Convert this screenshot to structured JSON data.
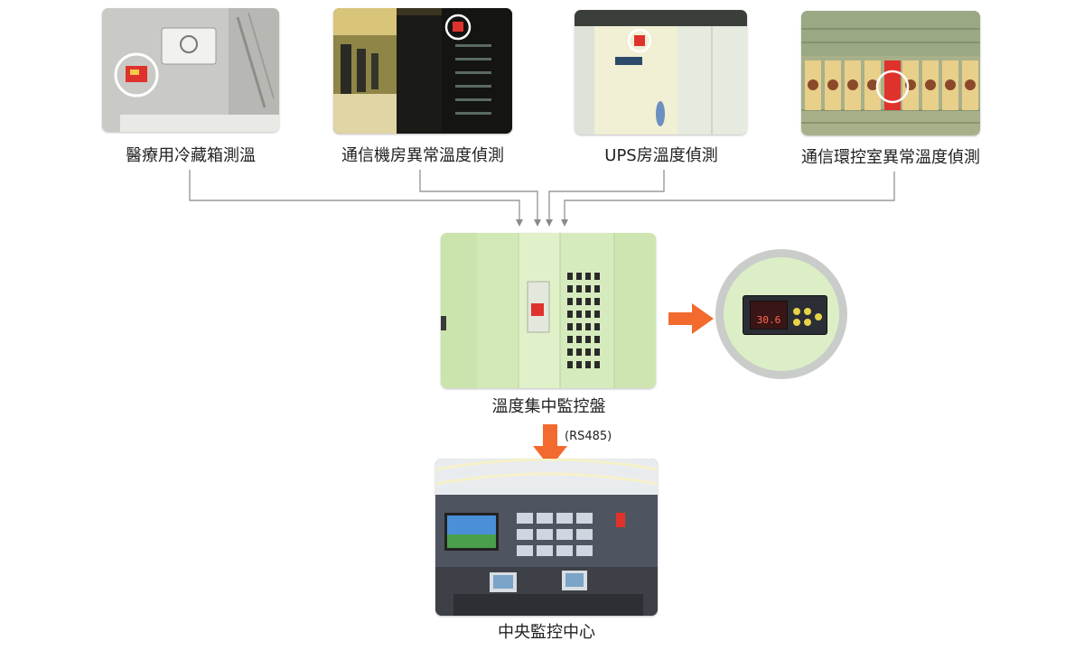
{
  "sources": [
    {
      "label": "醫療用冷藏箱測溫",
      "icon": "fridge-sensor-photo"
    },
    {
      "label": "通信機房異常溫度偵測",
      "icon": "server-room-sensor-photo"
    },
    {
      "label": "UPS房溫度偵測",
      "icon": "ups-cabinet-sensor-photo"
    },
    {
      "label": "通信環控室異常溫度偵測",
      "icon": "terminal-panel-sensor-photo"
    }
  ],
  "panel": {
    "label": "溫度集中監控盤",
    "icon": "monitoring-panel-photo"
  },
  "controller": {
    "icon": "temperature-controller-photo",
    "display_value": "30.6"
  },
  "link": {
    "protocol": "(RS485)"
  },
  "center": {
    "label": "中央監控中心",
    "icon": "control-room-photo"
  },
  "colors": {
    "connector": "#9a9a9a",
    "arrow_orange": "#f26a2e",
    "sensor_red": "#e0322c"
  }
}
